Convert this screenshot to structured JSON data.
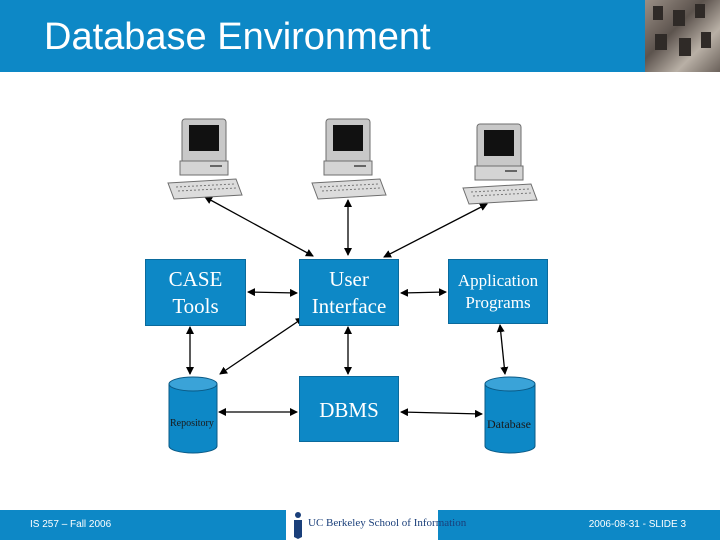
{
  "slide": {
    "title": "Database Environment",
    "footer_left": "IS 257 – Fall 2006",
    "footer_right": "2006-08-31 - SLIDE 3",
    "logo_text": "UC Berkeley School of Information"
  },
  "diagram": {
    "nodes": {
      "case_line1": "CASE",
      "case_line2": "Tools",
      "ui_line1": "User",
      "ui_line2": "Interface",
      "app_line1": "Application",
      "app_line2": "Programs",
      "dbms": "DBMS"
    },
    "stores": {
      "repository": "Repository",
      "database": "Database"
    },
    "workstations": [
      "workstation-left",
      "workstation-center",
      "workstation-right"
    ]
  },
  "colors": {
    "accent": "#0d88c6",
    "text_on_accent": "#ffffff"
  }
}
